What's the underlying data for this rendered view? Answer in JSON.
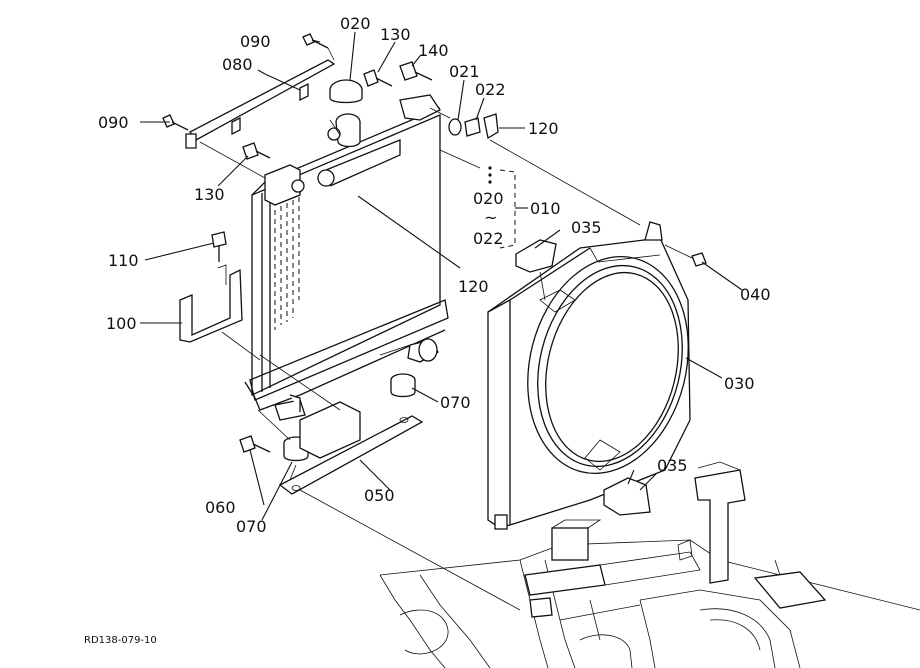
{
  "labels": {
    "l_090a": "090",
    "l_080": "080",
    "l_090b": "090",
    "l_020": "020",
    "l_130a": "130",
    "l_140": "140",
    "l_021": "021",
    "l_022": "022",
    "l_120a": "120",
    "l_130b": "130",
    "l_020r": "020",
    "l_tilde": "~",
    "l_022r": "022",
    "l_010": "010",
    "l_035a": "035",
    "l_110": "110",
    "l_120b": "120",
    "l_040": "040",
    "l_100": "100",
    "l_030": "030",
    "l_070a": "070",
    "l_035b": "035",
    "l_060": "060",
    "l_050": "050",
    "l_070b": "070"
  },
  "drawing_code": "RD138-079-10"
}
